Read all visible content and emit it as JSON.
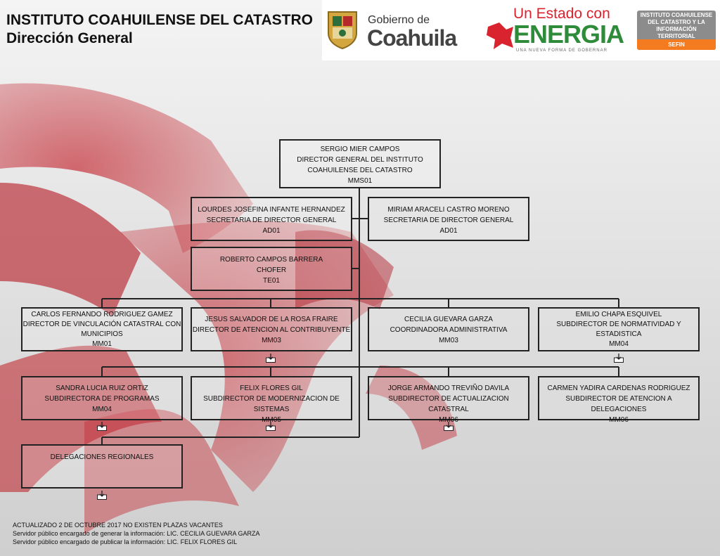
{
  "header": {
    "title": "INSTITUTO COAHUILENSE DEL CATASTRO",
    "subtitle": "Dirección General"
  },
  "logos": {
    "coahuila_gov_small": "Gobierno de",
    "coahuila_gov_big": "Coahuila",
    "energia_top": "Un Estado con",
    "energia_big": "ENERGIA",
    "energia_tagline": "UNA NUEVA FORMA DE GOBERNAR",
    "ict_line1": "INSTITUTO COAHUILENSE",
    "ict_line2": "DEL CATASTRO Y LA",
    "ict_line3": "INFORMACIÓN TERRITORIAL",
    "ict_tag": "SEFIN"
  },
  "org": {
    "director": {
      "name": "SERGIO MIER CAMPOS",
      "role1": "DIRECTOR GENERAL DEL INSTITUTO",
      "role2": "COAHUILENSE DEL CATASTRO",
      "code": "MMS01"
    },
    "sec1": {
      "name": "LOURDES JOSEFINA INFANTE HERNANDEZ",
      "role": "SECRETARIA  DE DIRECTOR GENERAL",
      "code": "AD01"
    },
    "sec2": {
      "name": "MIRIAM ARACELI CASTRO MORENO",
      "role": "SECRETARIA  DE DIRECTOR GENERAL",
      "code": "AD01"
    },
    "chofer": {
      "name": "ROBERTO CAMPOS BARRERA",
      "role": "CHOFER",
      "code": "TE01"
    },
    "dir_vinc": {
      "name": "CARLOS FERNANDO RODRIGUEZ GAMEZ",
      "role1": "DIRECTOR DE VINCULACIÓN CATASTRAL CON",
      "role2": "MUNICIPIOS",
      "code": "MM01"
    },
    "dir_aten": {
      "name": "JESUS SALVADOR DE LA ROSA FRAIRE",
      "role": "DIRECTOR DE ATENCION AL CONTRIBUYENTE",
      "code": "MM03"
    },
    "coord_adm": {
      "name": "CECILIA GUEVARA GARZA",
      "role": "COORDINADORA ADMINISTRATIVA",
      "code": "MM03"
    },
    "sub_norm": {
      "name": "EMILIO CHAPA ESQUIVEL",
      "role1": "SUBDIRECTOR DE NORMATIVIDAD Y",
      "role2": "ESTADISTICA",
      "code": "MM04"
    },
    "sub_prog": {
      "name": "SANDRA LUCIA RUIZ ORTIZ",
      "role": "SUBDIRECTORA DE PROGRAMAS",
      "code": "MM04"
    },
    "sub_sist": {
      "name": "FELIX FLORES GIL",
      "role": "SUBDIRECTOR DE MODERNIZACION DE SISTEMAS",
      "code": "MM05"
    },
    "sub_act": {
      "name": "JORGE ARMANDO TREVIÑO DAVILA",
      "role": "SUBDIRECTOR DE ACTUALIZACION CATASTRAL",
      "code": "MM06"
    },
    "sub_deleg": {
      "name": "CARMEN YADIRA CARDENAS RODRIGUEZ",
      "role": "SUBDIRECTOR DE ATENCION A DELEGACIONES",
      "code": "MM06"
    },
    "delegaciones": {
      "name": "DELEGACIONES REGIONALES"
    }
  },
  "footer": {
    "line1": "ACTUALIZADO 2 DE OCTUBRE 2017 NO EXISTEN PLAZAS VACANTES",
    "line2": "Servidor público encargado de generar la información: LIC. CECILIA GUEVARA GARZA",
    "line3": "Servidor público encargado de publicar la información: LIC. FELIX FLORES GIL"
  },
  "colors": {
    "accent_red": "#d9232e",
    "energia_green": "#2e8b3a",
    "sefin_orange": "#f47b20",
    "ict_gray": "#8c8c8c"
  }
}
